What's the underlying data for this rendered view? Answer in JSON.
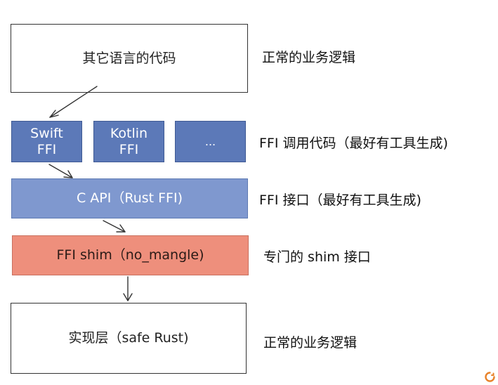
{
  "blocks": {
    "other_lang": "其它语言的代码",
    "swift_ffi": "Swift\nFFI",
    "kotlin_ffi": "Kotlin\nFFI",
    "more": "...",
    "c_api": "C API（Rust FFI)",
    "ffi_shim": "FFI shim（no_mangle)",
    "impl_layer": "实现层（safe Rust)"
  },
  "labels": {
    "business_logic_top": "正常的业务逻辑",
    "ffi_call_code": "FFI 调用代码（最好有工具生成)",
    "ffi_interface": "FFI 接口（最好有工具生成)",
    "shim_interface": "专门的 shim 接口",
    "business_logic_bottom": "正常的业务逻辑"
  },
  "colors": {
    "binding_box": "#5c79b8",
    "c_api_box": "#7f98cf",
    "shim_box": "#ee8f7c",
    "logo": "#e8822a"
  }
}
